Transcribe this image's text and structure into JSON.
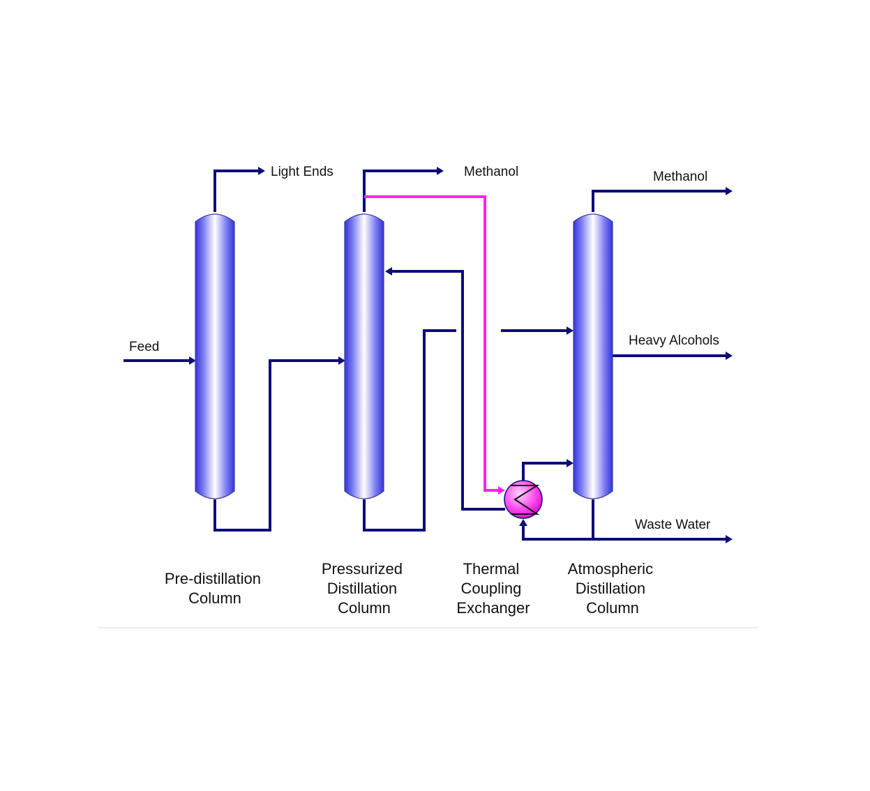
{
  "streams": {
    "feed": "Feed",
    "light_ends": "Light Ends",
    "methanol_1": "Methanol",
    "methanol_2": "Methanol",
    "heavy_alcohols": "Heavy Alcohols",
    "waste_water": "Waste Water"
  },
  "units": {
    "pre_distillation": [
      "Pre-distillation",
      "Column"
    ],
    "pressurized": [
      "Pressurized",
      "Distillation",
      "Column"
    ],
    "exchanger": [
      "Thermal",
      "Coupling",
      "Exchanger"
    ],
    "atmospheric": [
      "Atmospheric",
      "Distillation",
      "Column"
    ]
  },
  "colors": {
    "pipe": "#0c0c7a",
    "thermal_coupling_stream": "#ff22ee",
    "column": "#4a4ae6",
    "exchanger": "#ff33ee"
  }
}
